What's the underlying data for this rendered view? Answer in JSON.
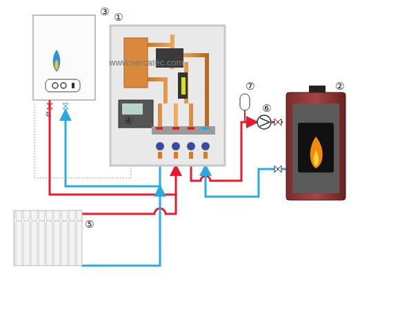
{
  "diagram": {
    "labels": [
      "①",
      "②",
      "③",
      "④",
      "⑤",
      "⑥",
      "⑦",
      "www.sercatec.com"
    ]
  }
}
